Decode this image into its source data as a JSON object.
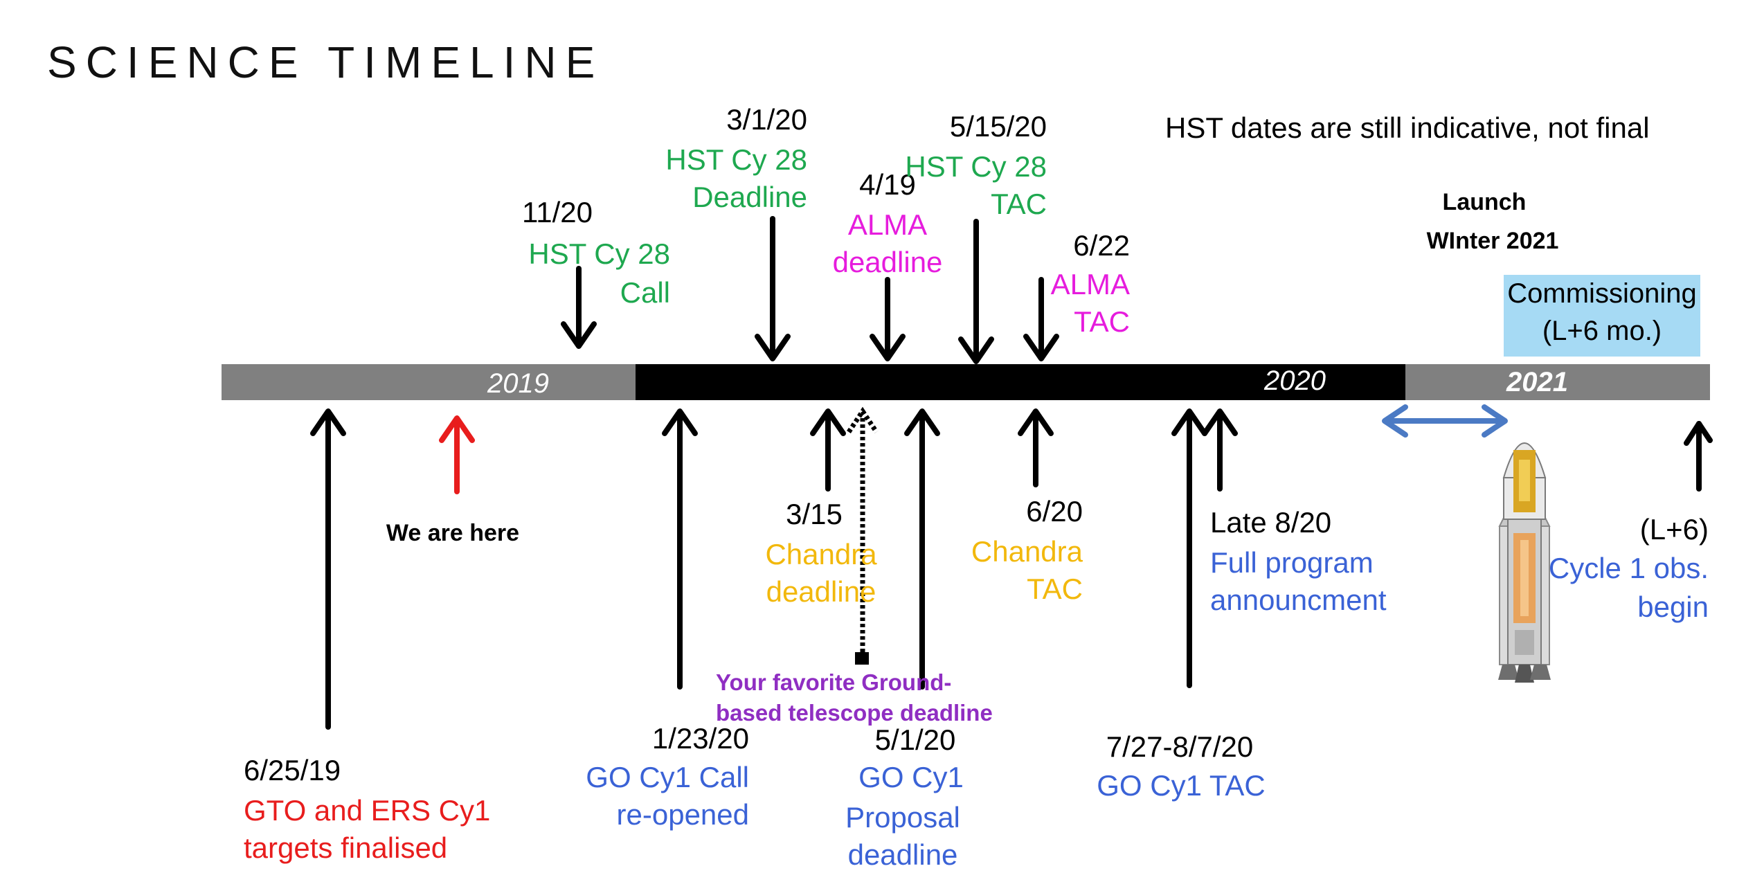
{
  "title": "SCIENCE TIMELINE",
  "note": "HST dates are still indicative, not final",
  "colors": {
    "green": "#1ea84f",
    "magenta": "#e61cdd",
    "orange": "#f2b80c",
    "blue": "#3a62d6",
    "red": "#e81d1d",
    "purple": "#8f2ec2",
    "black": "#000000",
    "gray": "#808080",
    "commissioning_bg": "#a6daf4",
    "double_arrow": "#4b7ac4"
  },
  "timeline": {
    "year_2019": "2019",
    "year_2020": "2020",
    "year_2021": "2021"
  },
  "launch": {
    "line1": "Launch",
    "line2": "WInter 2021"
  },
  "commissioning": {
    "line1": "Commissioning",
    "line2": "(L+6 mo.)"
  },
  "events_above": [
    {
      "date": "11/20",
      "line1": "HST Cy 28",
      "line2": "Call"
    },
    {
      "date": "3/1/20",
      "line1": "HST Cy 28",
      "line2": "Deadline"
    },
    {
      "date": "4/19",
      "line1": "ALMA",
      "line2": "deadline"
    },
    {
      "date": "5/15/20",
      "line1": "HST Cy 28",
      "line2": "TAC"
    },
    {
      "date": "6/22",
      "line1": "ALMA",
      "line2": "TAC"
    }
  ],
  "events_below": [
    {
      "date": "6/25/19",
      "line1": "GTO and ERS Cy1",
      "line2": "targets finalised"
    },
    {
      "marker": "We are here"
    },
    {
      "date": "1/23/20",
      "line1": "GO Cy1 Call",
      "line2": "re-opened"
    },
    {
      "date": "3/15",
      "line1": "Chandra",
      "line2": "deadline"
    },
    {
      "line1": "Your favorite Ground-",
      "line2": "based telescope deadline"
    },
    {
      "date": "5/1/20",
      "line1": "GO Cy1",
      "line2": "Proposal",
      "line3": "deadline"
    },
    {
      "date": "6/20",
      "line1": "Chandra",
      "line2": "TAC"
    },
    {
      "date": "7/27-8/7/20",
      "line1": "GO Cy1 TAC"
    },
    {
      "date": "Late 8/20",
      "line1": "Full program",
      "line2": "announcment"
    },
    {
      "date": "(L+6)",
      "line1": "Cycle 1 obs.",
      "line2": "begin"
    }
  ]
}
